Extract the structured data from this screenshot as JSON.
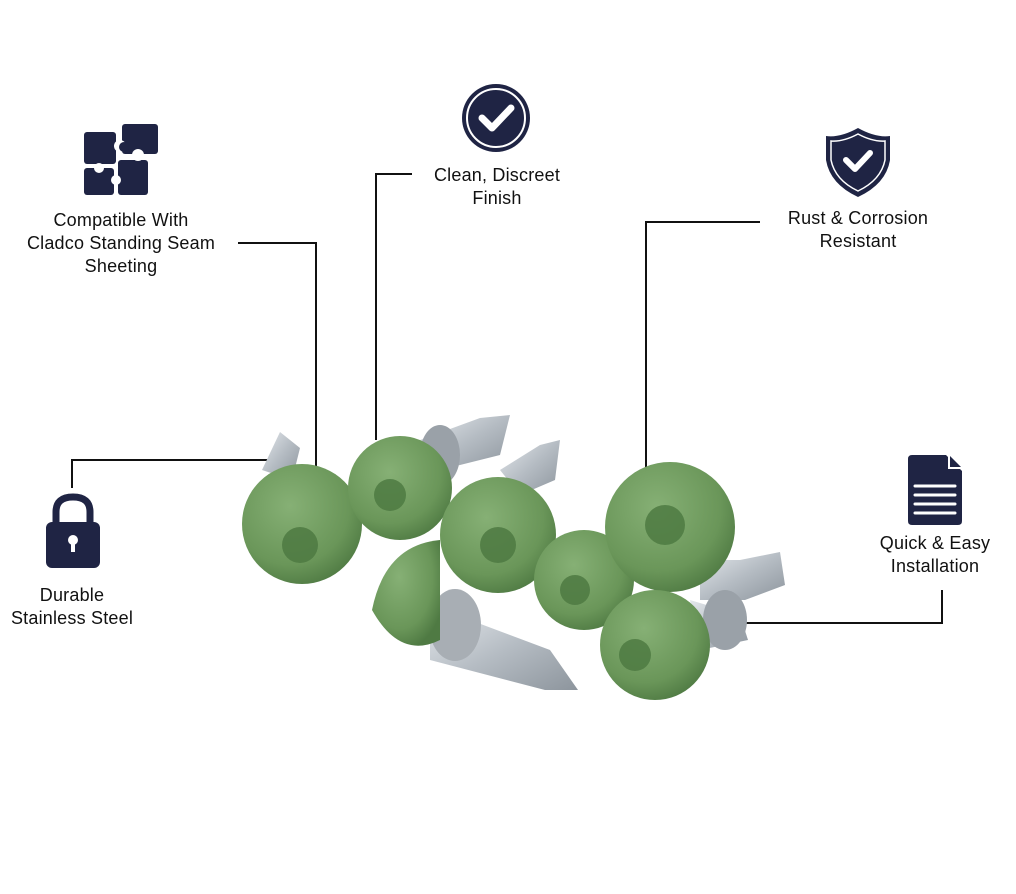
{
  "colors": {
    "navy": "#1f2444",
    "screw_green": "#6e9b5e",
    "line": "#111111"
  },
  "features": [
    {
      "id": "compatible",
      "icon": "puzzle-icon",
      "lines": [
        "Compatible With",
        "Cladco Standing Seam",
        "Sheeting"
      ]
    },
    {
      "id": "finish",
      "icon": "check-circle-icon",
      "lines": [
        "Clean, Discreet",
        "Finish"
      ]
    },
    {
      "id": "rust",
      "icon": "shield-check-icon",
      "lines": [
        "Rust & Corrosion",
        "Resistant"
      ]
    },
    {
      "id": "durable",
      "icon": "padlock-icon",
      "lines": [
        "Durable",
        "Stainless Steel"
      ]
    },
    {
      "id": "install",
      "icon": "document-icon",
      "lines": [
        "Quick & Easy",
        "Installation"
      ]
    }
  ]
}
